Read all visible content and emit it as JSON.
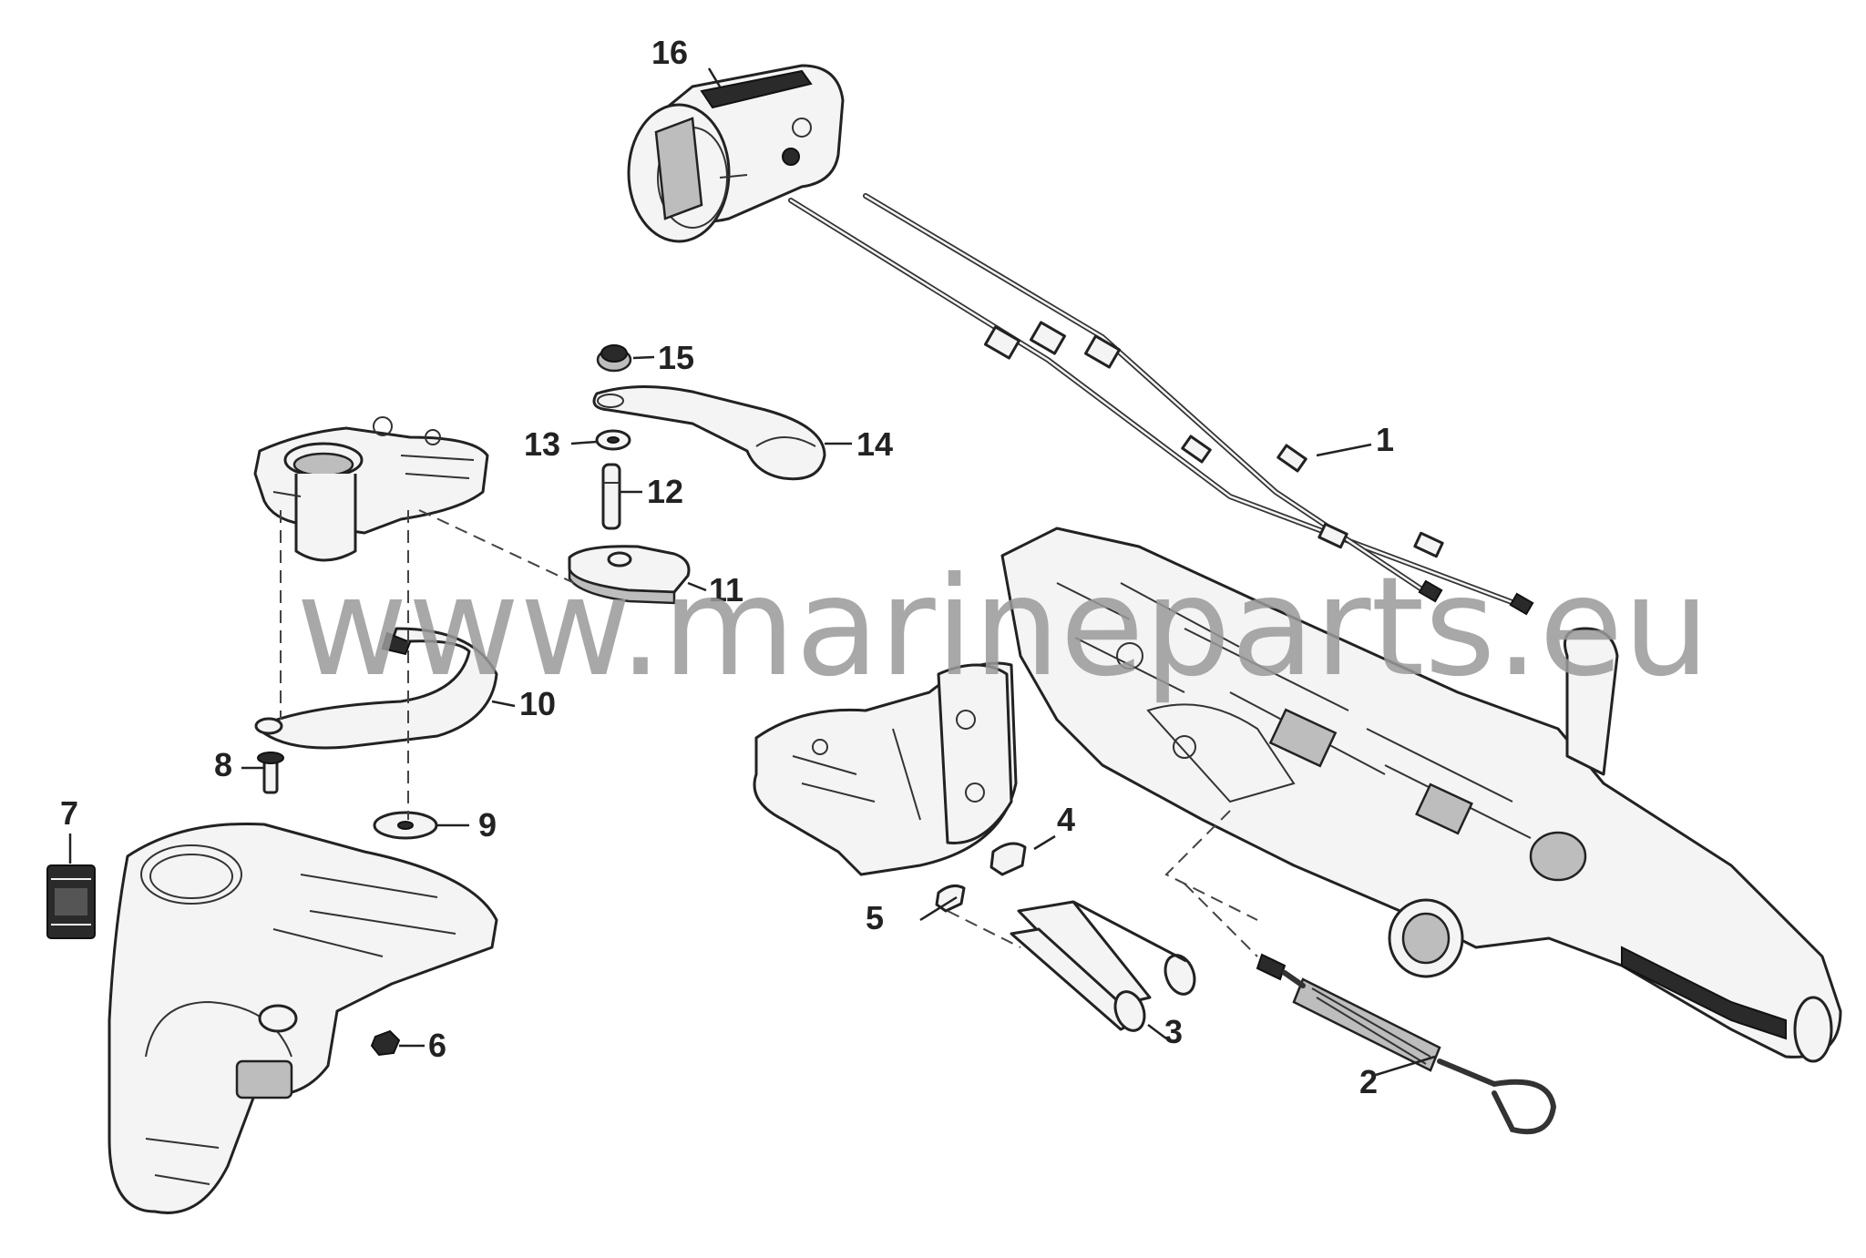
{
  "callouts": [
    {
      "id": "1",
      "label": "1"
    },
    {
      "id": "2",
      "label": "2"
    },
    {
      "id": "3",
      "label": "3"
    },
    {
      "id": "4",
      "label": "4"
    },
    {
      "id": "5",
      "label": "5"
    },
    {
      "id": "6",
      "label": "6"
    },
    {
      "id": "7",
      "label": "7"
    },
    {
      "id": "8",
      "label": "8"
    },
    {
      "id": "9",
      "label": "9"
    },
    {
      "id": "10",
      "label": "10"
    },
    {
      "id": "11",
      "label": "11"
    },
    {
      "id": "12",
      "label": "12"
    },
    {
      "id": "13",
      "label": "13"
    },
    {
      "id": "14",
      "label": "14"
    },
    {
      "id": "15",
      "label": "15"
    },
    {
      "id": "16",
      "label": "16"
    }
  ],
  "watermark": "www.marineparts.eu",
  "colors": {
    "line": "#222222",
    "watermark": "#9a9a9a",
    "background": "#ffffff"
  }
}
